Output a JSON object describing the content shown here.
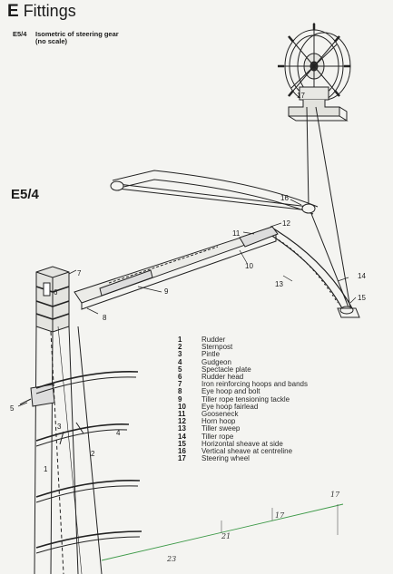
{
  "header": {
    "section_letter": "E",
    "section_title": "Fittings"
  },
  "caption": {
    "code": "E5/4",
    "title": "Isometric of steering gear",
    "subtitle": "(no scale)"
  },
  "figure_label": "E5/4",
  "legend": [
    {
      "num": "1",
      "text": "Rudder"
    },
    {
      "num": "2",
      "text": "Sternpost"
    },
    {
      "num": "3",
      "text": "Pintle"
    },
    {
      "num": "4",
      "text": "Gudgeon"
    },
    {
      "num": "5",
      "text": "Spectacle plate"
    },
    {
      "num": "6",
      "text": "Rudder head"
    },
    {
      "num": "7",
      "text": "Iron reinforcing hoops and bands"
    },
    {
      "num": "8",
      "text": "Eye hoop and bolt"
    },
    {
      "num": "9",
      "text": "Tiller rope tensioning tackle"
    },
    {
      "num": "10",
      "text": "Eye hoop fairlead"
    },
    {
      "num": "11",
      "text": "Gooseneck"
    },
    {
      "num": "12",
      "text": "Horn hoop"
    },
    {
      "num": "13",
      "text": "Tiller sweep"
    },
    {
      "num": "14",
      "text": "Tiller rope"
    },
    {
      "num": "15",
      "text": "Horizontal sheave at side"
    },
    {
      "num": "16",
      "text": "Vertical sheave at centreline"
    },
    {
      "num": "17",
      "text": "Steering wheel"
    }
  ],
  "callouts": {
    "c1": "1",
    "c2": "2",
    "c3": "3",
    "c4": "4",
    "c5": "5",
    "c6": "6",
    "c7": "7",
    "c8": "8",
    "c9": "9",
    "c10": "10",
    "c11": "11",
    "c12": "12",
    "c13": "13",
    "c14": "14",
    "c15": "15",
    "c16": "16",
    "c17": "17"
  },
  "annotations": {
    "a17a": "17",
    "a17b": "17",
    "a21": "21",
    "a23": "23"
  }
}
